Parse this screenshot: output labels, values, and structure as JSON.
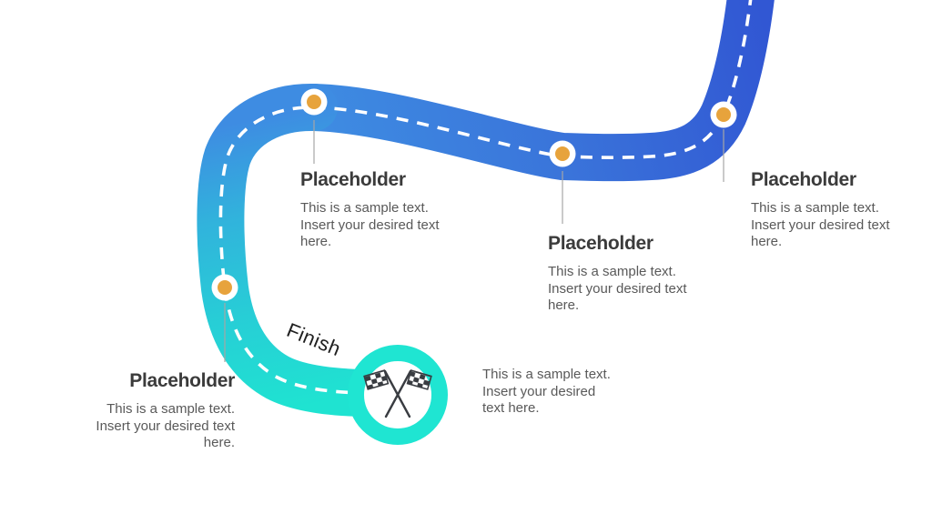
{
  "slide": {
    "background": "#ffffff"
  },
  "colors": {
    "road_blue_deep": "#3157d3",
    "road_blue": "#3a74da",
    "road_blue_light": "#3e8ce2",
    "road_teal_blue": "#31b3dc",
    "road_teal": "#27ced6",
    "road_turquoise": "#1fe3d1",
    "ring": "#1fe5d2",
    "dash": "#ffffff",
    "dot": "#e7a33c",
    "dot_ring": "#ffffff",
    "flag": "#393c41",
    "connector": "#a6a6a6",
    "heading_text": "#3b3b3b",
    "body_text": "#595959"
  },
  "milestones": [
    {
      "title": "Placeholder",
      "body": "This is a sample text. Insert your desired text here."
    },
    {
      "title": "Placeholder",
      "body": "This is a sample text. Insert your desired text here."
    },
    {
      "title": "Placeholder",
      "body": "This is a sample text. Insert your desired text here."
    },
    {
      "title": "Placeholder",
      "body": "This is a sample text. Insert your desired text here."
    }
  ],
  "finish": {
    "label": "Finish",
    "note": "This is a sample text. Insert your desired text here.",
    "icon": "checkered-flags"
  }
}
